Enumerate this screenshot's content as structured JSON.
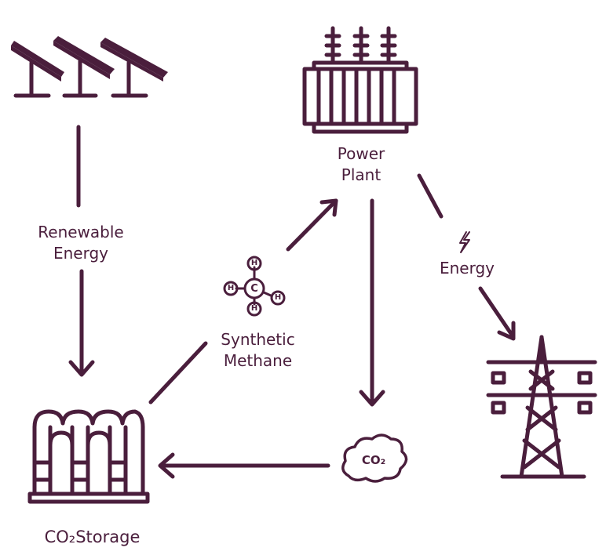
{
  "labels": {
    "renewable_energy": [
      "Renewable",
      "Energy"
    ],
    "power_plant": [
      "Power",
      "Plant"
    ],
    "energy": "Energy",
    "synthetic_methane": [
      "Synthetic",
      "Methane"
    ],
    "co2_storage": "CO₂Storage",
    "co2_cloud": "CO₂",
    "methane_atoms": {
      "center": "C",
      "outer": "H"
    }
  },
  "flows": [
    {
      "from": "Renewable Energy",
      "to": "CO₂Storage"
    },
    {
      "from": "CO₂Storage",
      "to": "Synthetic Methane"
    },
    {
      "from": "Synthetic Methane",
      "to": "Power Plant"
    },
    {
      "from": "Power Plant",
      "to": "CO₂"
    },
    {
      "from": "CO₂",
      "to": "CO₂Storage"
    },
    {
      "from": "Power Plant",
      "to": "Energy"
    }
  ],
  "colors": {
    "ink": "#4a1e3c",
    "background": "#ffffff"
  }
}
